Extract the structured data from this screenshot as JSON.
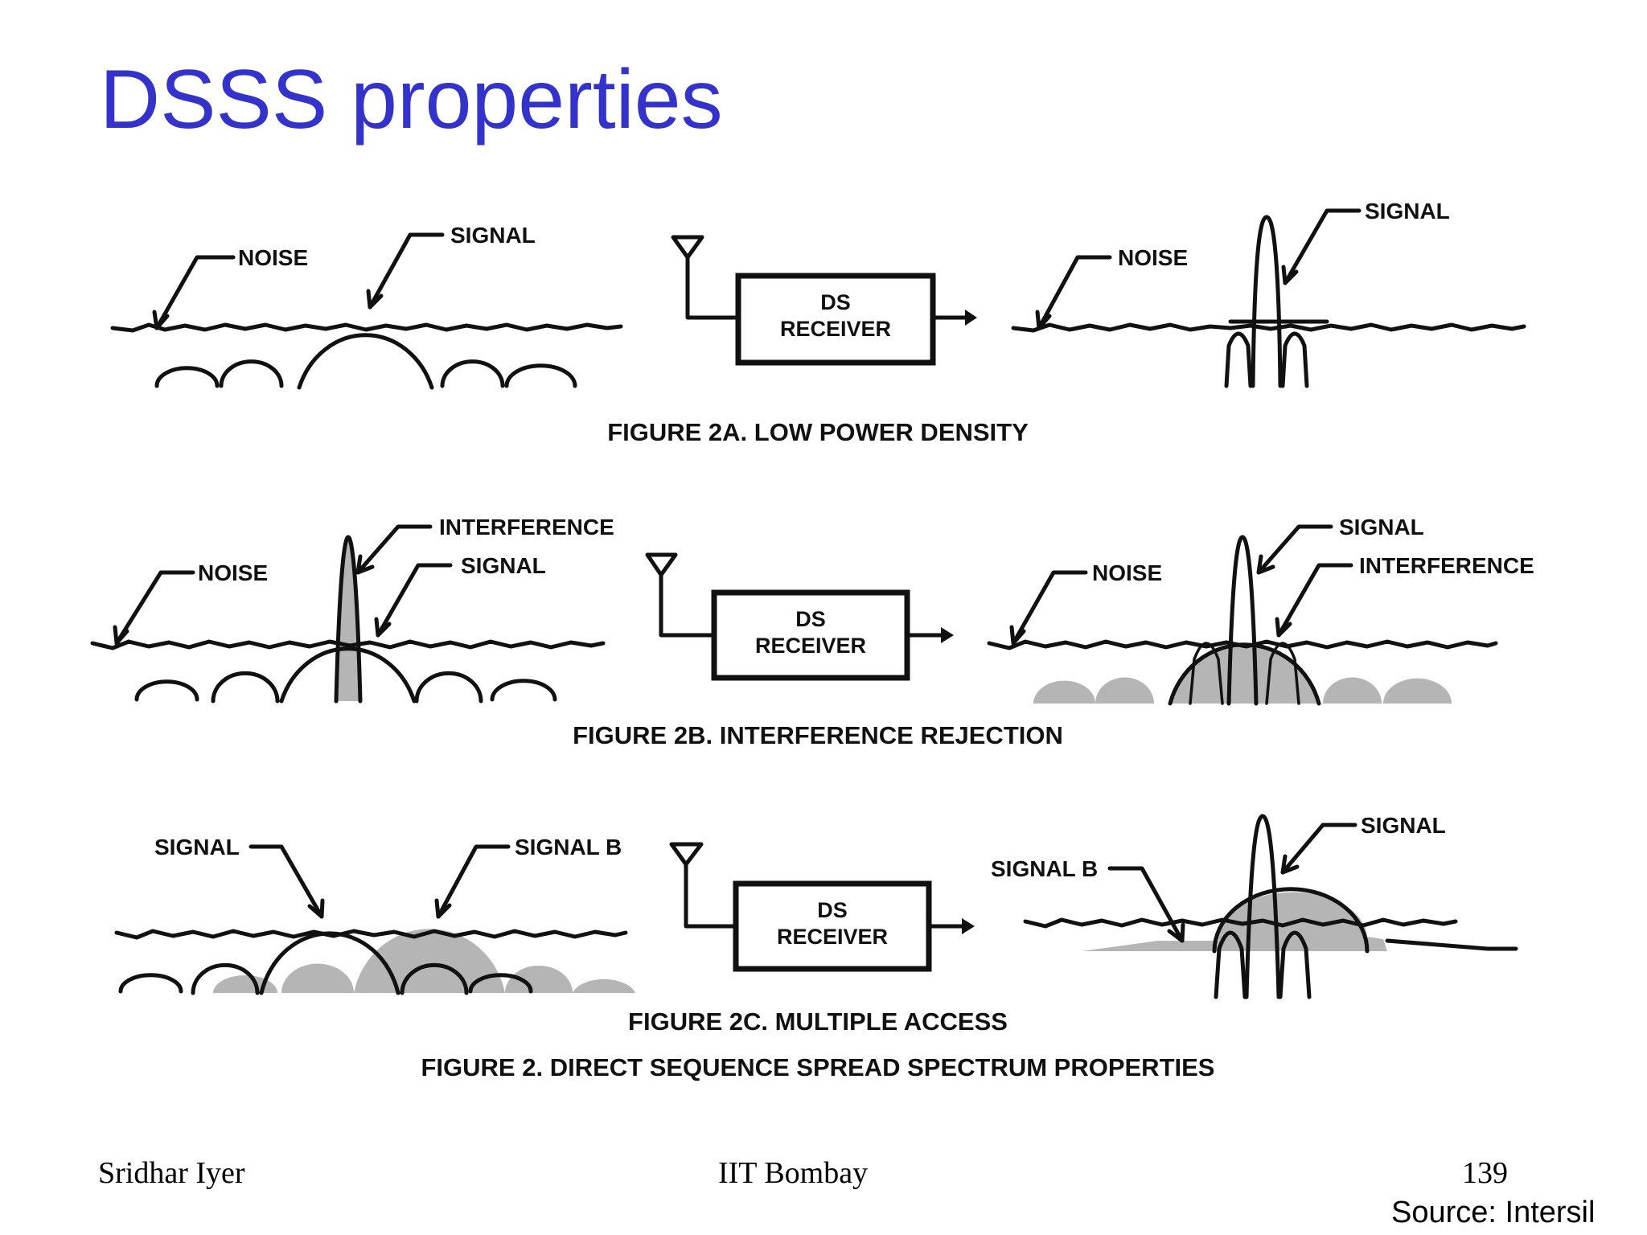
{
  "slide": {
    "title": "DSSS properties",
    "footer_left": "Sridhar Iyer",
    "footer_center": "IIT Bombay",
    "footer_right": "139",
    "source": "Source: Intersil"
  },
  "diagram": {
    "ds_box_line1": "DS",
    "ds_box_line2": "RECEIVER",
    "fig2a": {
      "left_noise": "NOISE",
      "left_signal": "SIGNAL",
      "right_noise": "NOISE",
      "right_signal": "SIGNAL",
      "caption": "FIGURE 2A.  LOW POWER DENSITY"
    },
    "fig2b": {
      "left_interference": "INTERFERENCE",
      "left_noise": "NOISE",
      "left_signal": "SIGNAL",
      "right_signal": "SIGNAL",
      "right_noise": "NOISE",
      "right_interference": "INTERFERENCE",
      "caption": "FIGURE 2B.  INTERFERENCE REJECTION"
    },
    "fig2c": {
      "left_signal": "SIGNAL",
      "left_signal_b": "SIGNAL B",
      "right_signal": "SIGNAL",
      "right_signal_b": "SIGNAL B",
      "caption": "FIGURE 2C.  MULTIPLE ACCESS"
    },
    "main_caption": "FIGURE 2.  DIRECT SEQUENCE SPREAD SPECTRUM PROPERTIES",
    "colors": {
      "title": "#3333cc",
      "shading": "#b5b5b5",
      "ink": "#111111"
    }
  }
}
